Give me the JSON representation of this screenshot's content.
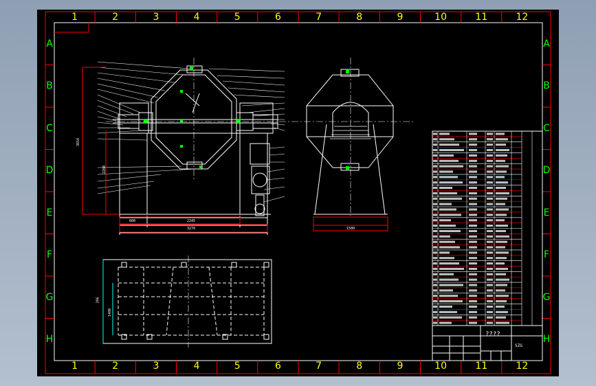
{
  "columns": [
    "1",
    "2",
    "3",
    "4",
    "5",
    "6",
    "7",
    "8",
    "9",
    "10",
    "11",
    "12"
  ],
  "rows": [
    "A",
    "B",
    "C",
    "D",
    "E",
    "F",
    "G",
    "H"
  ],
  "title_block": {
    "drawing_title": "????",
    "drawing_code": "SZG"
  },
  "dimensions": {
    "front_total_width": "3270",
    "front_body_width": "2245",
    "front_left_offset": "600",
    "front_height": "3654",
    "front_inner_height": "2260",
    "side_width": "1500",
    "plan_depth_outer": "396",
    "plan_depth_inner": "1480"
  },
  "colors": {
    "background": "#000000",
    "frame": "#ff0000",
    "drawing": "#ffffff",
    "zone_label": "#ffff00",
    "row_label": "#00ff00",
    "accent": "#00ffff"
  }
}
